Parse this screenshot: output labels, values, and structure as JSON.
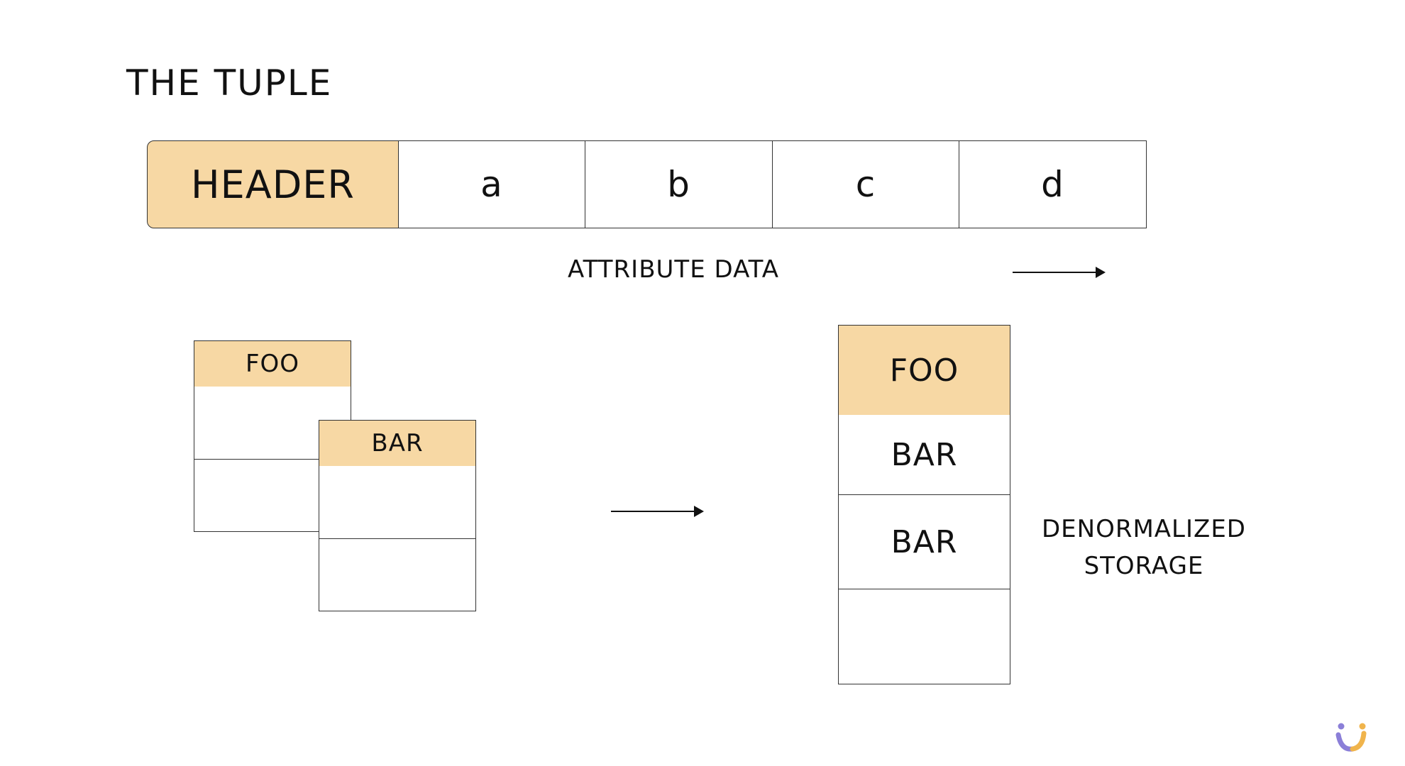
{
  "title": "THE TUPLE",
  "tuple": {
    "header": "HEADER",
    "attributes": [
      "a",
      "b",
      "c",
      "d"
    ],
    "label": "ATTRIBUTE DATA"
  },
  "tables": {
    "foo": "FOO",
    "bar": "BAR"
  },
  "denormalized": {
    "rows": [
      "FOO",
      "BAR",
      "BAR",
      ""
    ],
    "label_line1": "DENORMALIZED",
    "label_line2": "STORAGE"
  },
  "colors": {
    "highlight": "#f7d8a4",
    "stroke": "#333333",
    "logo_purple": "#8b7fd8",
    "logo_orange": "#f0b44c"
  }
}
